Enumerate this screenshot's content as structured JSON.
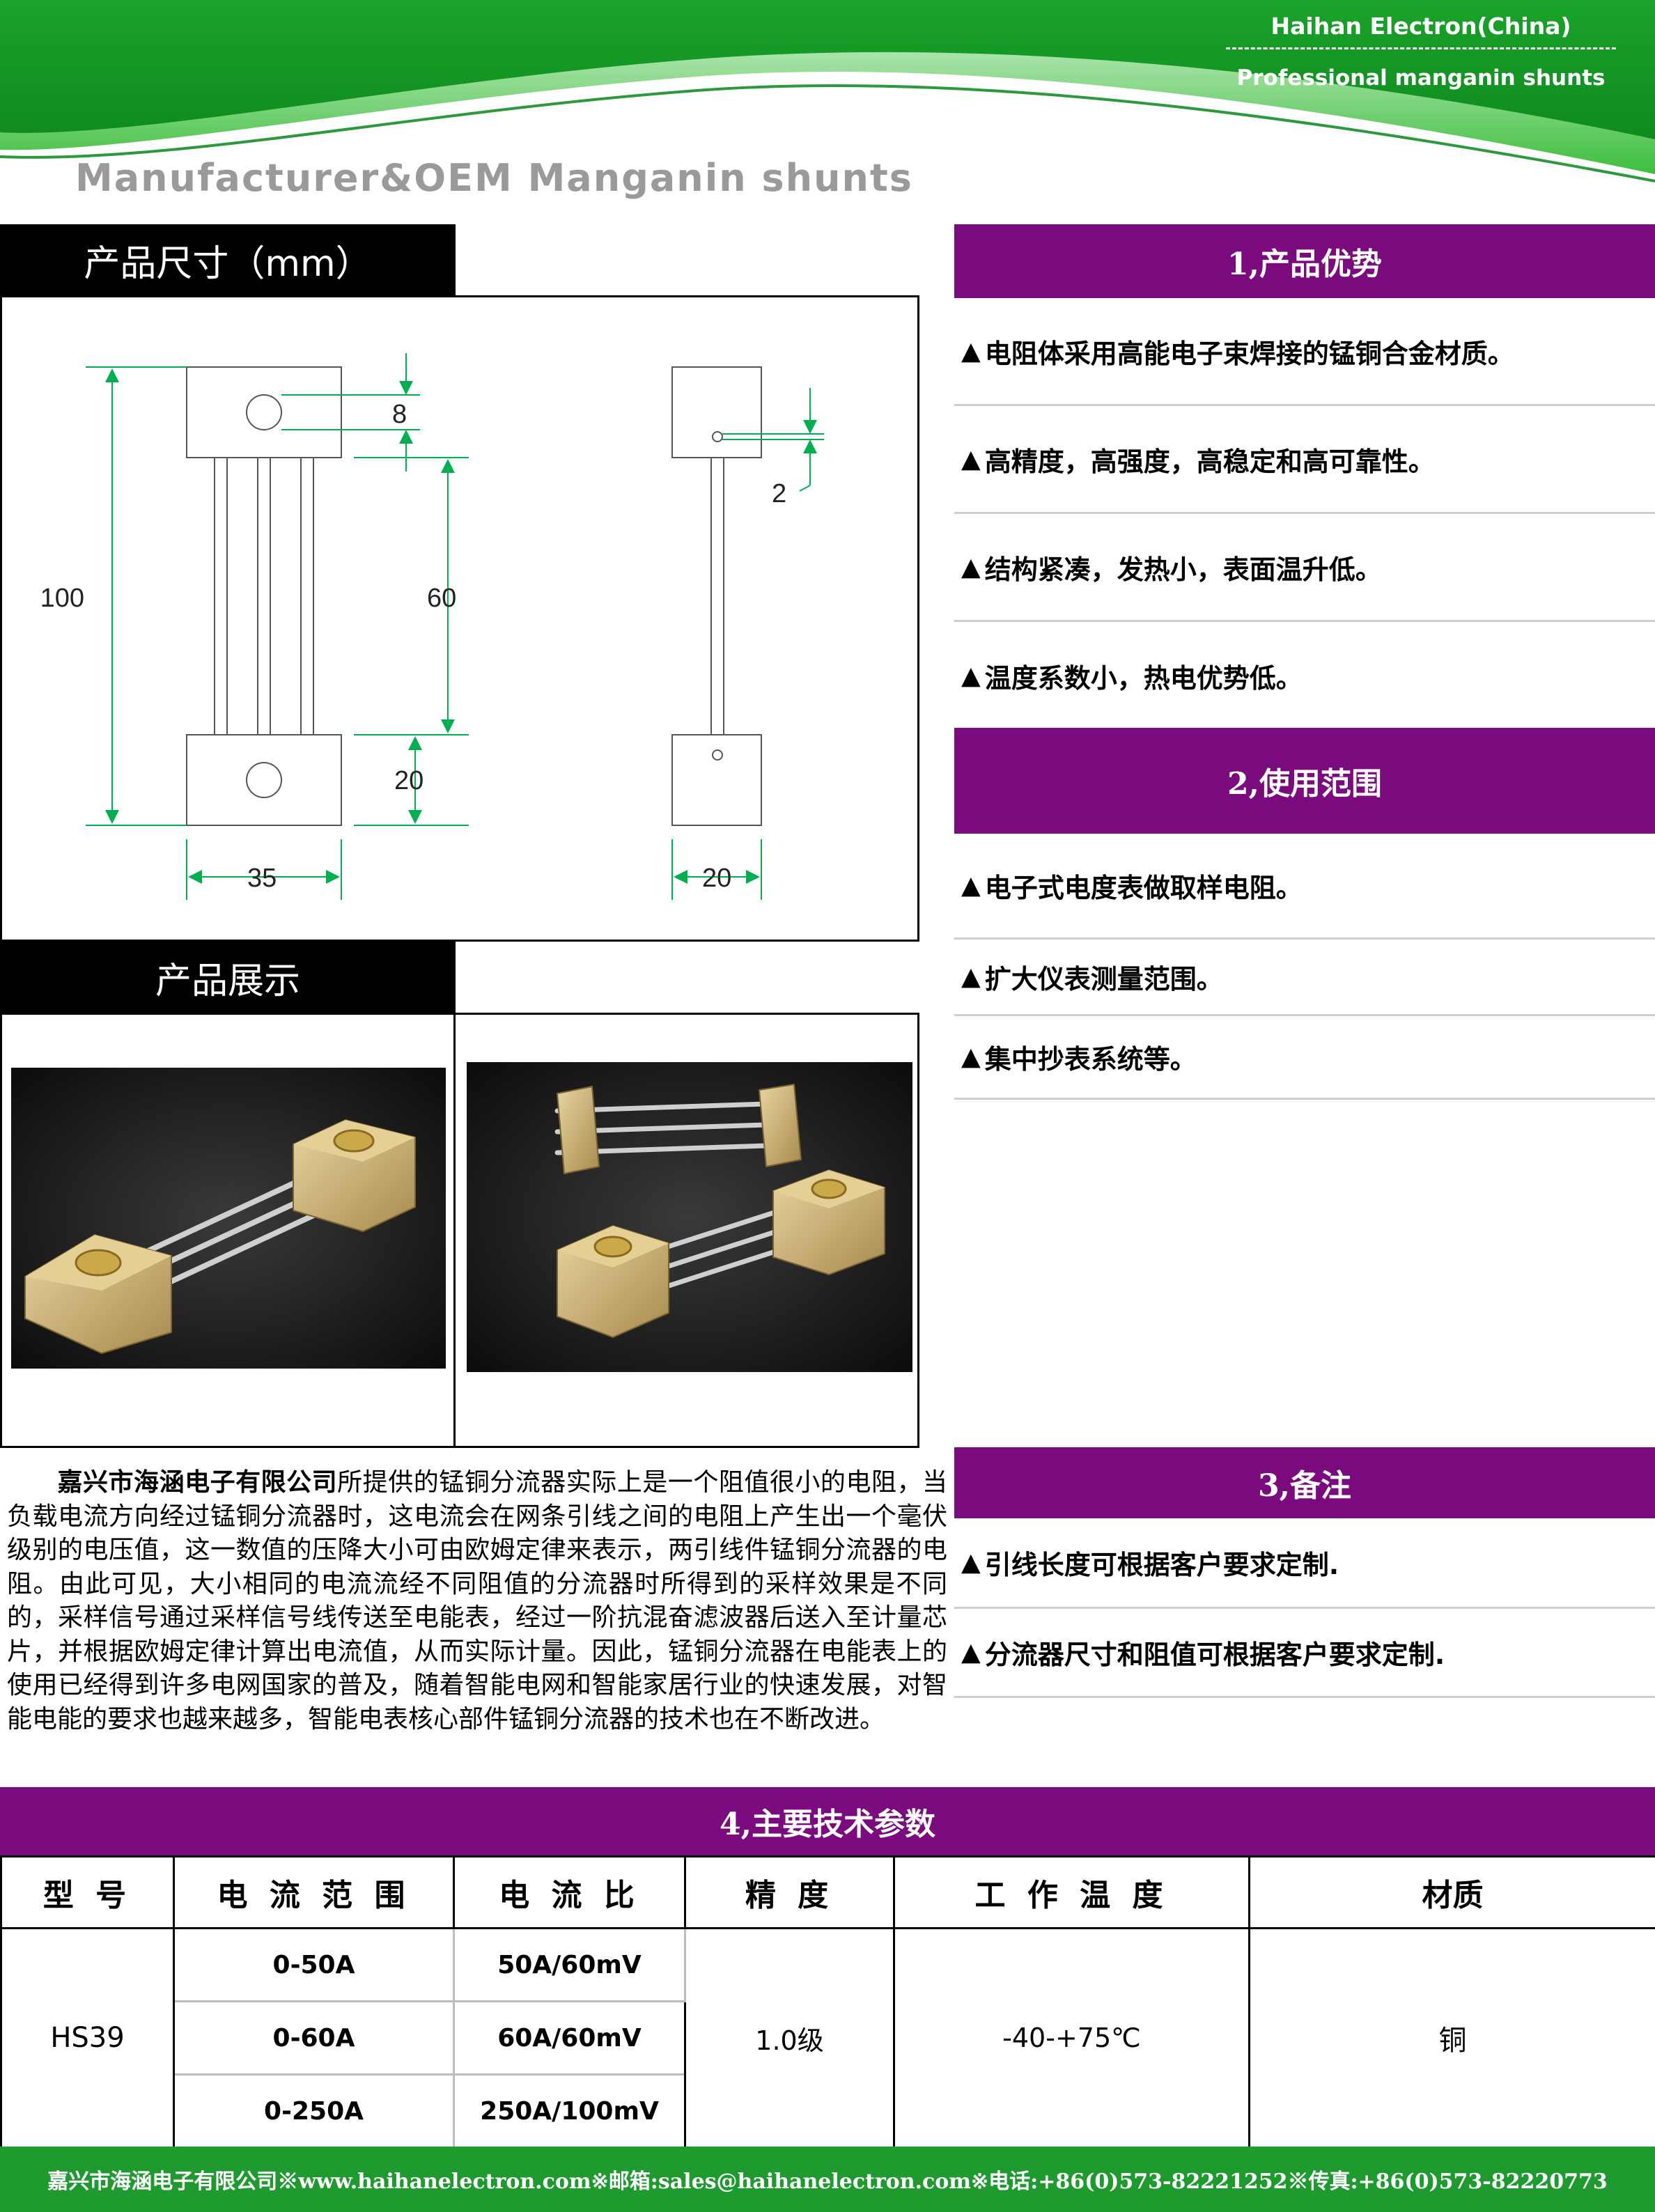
{
  "header": {
    "brand": "Haihan Electron(China)",
    "tagline": "Professional manganin shunts",
    "main_title": "Manufacturer&OEM Manganin shunts",
    "colors": {
      "green": "#1aa32a",
      "light_green": "#8fd88f",
      "gray_text": "#9a9a9a"
    }
  },
  "dimensions": {
    "label": "产品尺寸（mm）",
    "front": {
      "height": "100",
      "hole": "8",
      "span": "60",
      "block": "20",
      "width": "35"
    },
    "side": {
      "hole": "2",
      "width": "20"
    }
  },
  "display": {
    "label": "产品展示"
  },
  "advantages": {
    "title": "1,产品优势",
    "items": [
      "电阻体采用高能电子束焊接的锰铜合金材质。",
      "高精度，高强度，高稳定和高可靠性。",
      "结构紧凑，发热小，表面温升低。",
      "温度系数小，热电优势低。"
    ]
  },
  "usage": {
    "title": "2,使用范围",
    "items": [
      "电子式电度表做取样电阻。",
      "扩大仪表测量范围。",
      "集中抄表系统等。"
    ]
  },
  "notes": {
    "title": "3,备注",
    "items": [
      "引线长度可根据客户要求定制.",
      "分流器尺寸和阻值可根据客户要求定制."
    ]
  },
  "intro": {
    "company": "嘉兴市海涵电子有限公司",
    "text": "所提供的锰铜分流器实际上是一个阻值很小的电阻，当负载电流方向经过锰铜分流器时，这电流会在网条引线之间的电阻上产生出一个毫伏级别的电压值，这一数值的压降大小可由欧姆定律来表示，两引线件锰铜分流器的电阻。由此可见，大小相同的电流流经不同阻值的分流器时所得到的采样效果是不同的，采样信号通过采样信号线传送至电能表，经过一阶抗混奋滤波器后送入至计量芯片，并根据欧姆定律计算出电流值，从而实际计量。因此，锰铜分流器在电能表上的使用已经得到许多电网国家的普及，随着智能电网和智能家居行业的快速发展，对智能电能的要求也越来越多，智能电表核心部件锰铜分流器的技术也在不断改进。"
  },
  "specs": {
    "title": "4,主要技术参数",
    "headers": [
      "型 号",
      "电 流 范 围",
      "电 流 比",
      "精 度",
      "工 作 温 度",
      "材质"
    ],
    "model": "HS39",
    "rows": [
      {
        "range": "0-50A",
        "ratio": "50A/60mV"
      },
      {
        "range": "0-60A",
        "ratio": "60A/60mV"
      },
      {
        "range": "0-250A",
        "ratio": "250A/100mV"
      }
    ],
    "accuracy": "1.0级",
    "temperature": "-40-+75℃",
    "material": "铜"
  },
  "footer": {
    "text": "嘉兴市海涵电子有限公司※www.haihanelectron.com※邮箱:sales@haihanelectron.com※电话:+86(0)573-82221252※传真:+86(0)573-82220773"
  },
  "theme": {
    "purple": "#7b0a7e",
    "footer_green": "#1f9a2f",
    "dimension_green": "#00b050"
  }
}
